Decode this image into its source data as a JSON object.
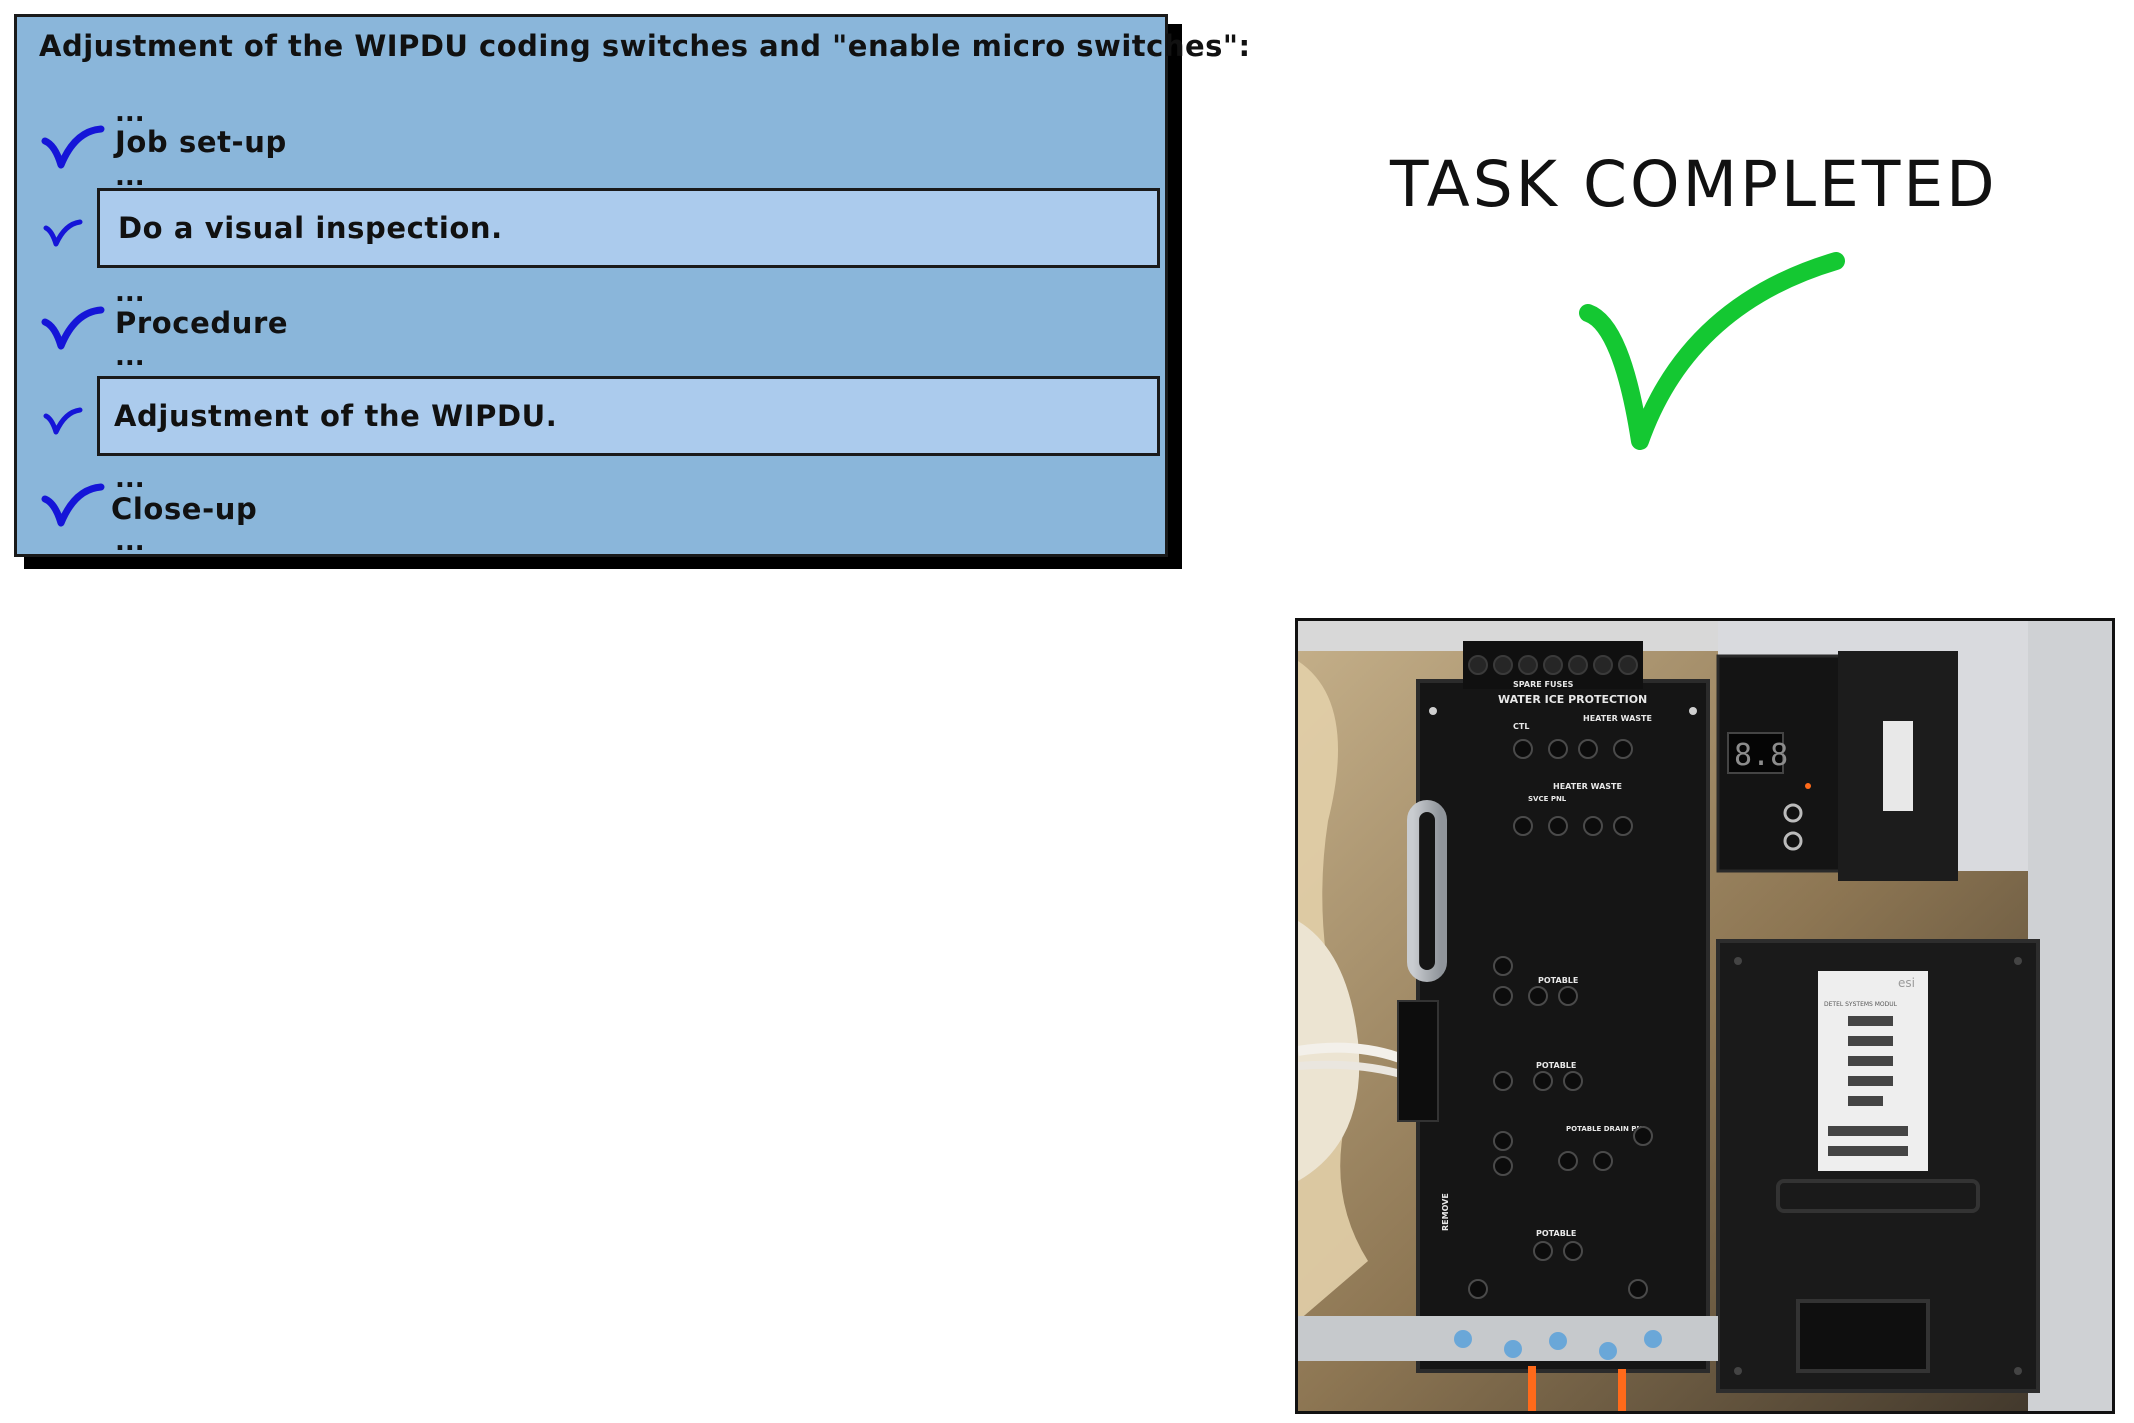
{
  "task_panel": {
    "title": "Adjustment of the WIPDU coding switches and \"enable micro switches\":",
    "ellipsis": "...",
    "steps": [
      {
        "label": "Job set-up",
        "completed": true
      },
      {
        "label": "Do a visual inspection.",
        "completed": true,
        "substep": true
      },
      {
        "label": "Procedure",
        "completed": true
      },
      {
        "label": "Adjustment of the WIPDU.",
        "completed": true,
        "substep": true
      },
      {
        "label": "Close-up",
        "completed": true
      }
    ],
    "colors": {
      "panel": "#8ab6da",
      "substep": "#abcbed",
      "check": "#1515d8"
    }
  },
  "completion": {
    "status_text": "TASK COMPLETED",
    "icon": "checkmark-icon",
    "color": "#14c832"
  },
  "photo": {
    "icon": "equipment-photo",
    "panel_labels": {
      "spare_fuses": "SPARE FUSES",
      "water_ice": "WATER ICE PROTECTION",
      "heater_waste": "HEATER WASTE",
      "ctl": "CTL",
      "heater_waste_2": "HEATER WASTE",
      "svce_pnl": "SVCE PNL",
      "potable_1": "POTABLE",
      "potable_2": "POTABLE",
      "potable_drain": "POTABLE DRAIN PNL",
      "potable_3": "POTABLE",
      "remove": "REMOVE",
      "display": "8.8",
      "unit_brand": "esi",
      "unit_text": "DETEL SYSTEMS MODUL"
    }
  }
}
